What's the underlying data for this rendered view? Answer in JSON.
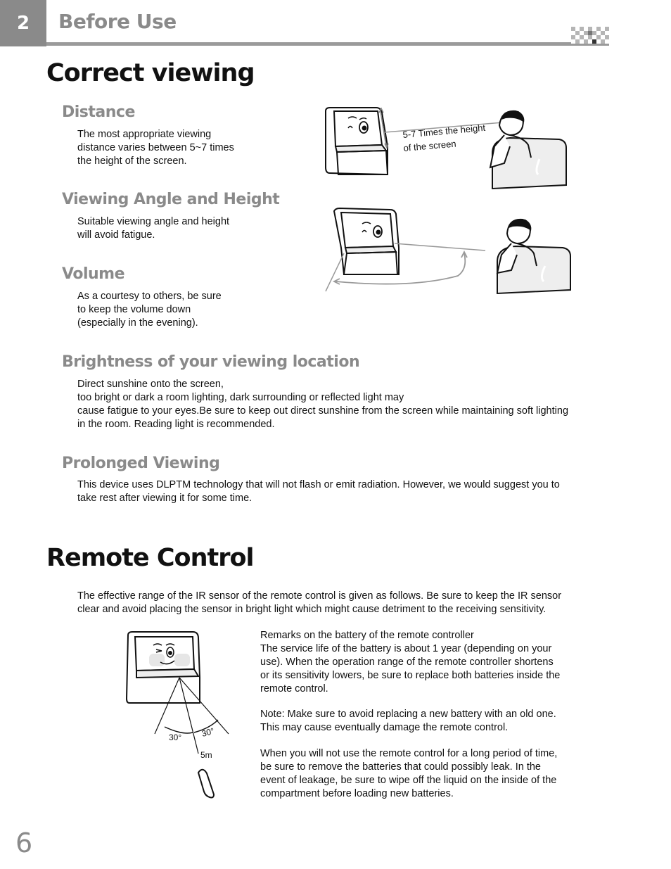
{
  "header": {
    "chapter_number": "2",
    "chapter_title": "Before Use"
  },
  "correct_viewing": {
    "title": "Correct viewing",
    "distance": {
      "heading": "Distance",
      "text": "The most appropriate viewing\ndistance varies between 5~7 times\nthe height of the screen."
    },
    "angle": {
      "heading": "Viewing Angle and Height",
      "text": "Suitable viewing angle and height\nwill avoid fatigue."
    },
    "volume": {
      "heading": "Volume",
      "text": "As  a courtesy to others, be sure\nto keep the volume down\n(especially in the evening)."
    },
    "brightness": {
      "heading": "Brightness of your viewing location",
      "text": "Direct sunshine onto the screen,\ntoo bright or dark a room lighting, dark surrounding or reflected light may\ncause fatigue to your eyes.Be sure to keep out direct sunshine from the screen while maintaining soft lighting\nin the room. Reading light is recommended."
    },
    "prolonged": {
      "heading": "Prolonged Viewing",
      "text": "This device uses DLPTM technology that will not flash or emit radiation. However, we would suggest you to\ntake rest after viewing it for some time."
    },
    "figure_label": {
      "line1": "5-7 Times the height",
      "line2": "of the screen"
    }
  },
  "remote_control": {
    "title": "Remote Control",
    "intro": "The effective range of the IR sensor of the remote control is given as follows. Be sure to keep the IR sensor\nclear and avoid placing the sensor in bright light which might cause detriment to the receiving sensitivity.",
    "remarks": "Remarks on the battery of the remote controller\nThe service life of the battery is about 1 year (depending on your\nuse). When the operation range of the remote controller shortens\nor its sensitivity lowers, be sure to replace both batteries inside the\nremote control.",
    "note": "Note: Make sure to avoid replacing a new battery with an old one.\nThis may cause eventually damage the remote control.",
    "long_period": "When you will not use the remote control for a long period of time,\nbe sure to remove the batteries that could possibly leak. In the\nevent of leakage, be sure to wipe off the liquid on the inside of the\ncompartment before loading new batteries.",
    "figure": {
      "angle_left": "30°",
      "angle_right": "30°",
      "range": "5m"
    }
  },
  "page_number": "6",
  "colors": {
    "accent_gray": "#8a8a8a",
    "text": "#111111"
  }
}
